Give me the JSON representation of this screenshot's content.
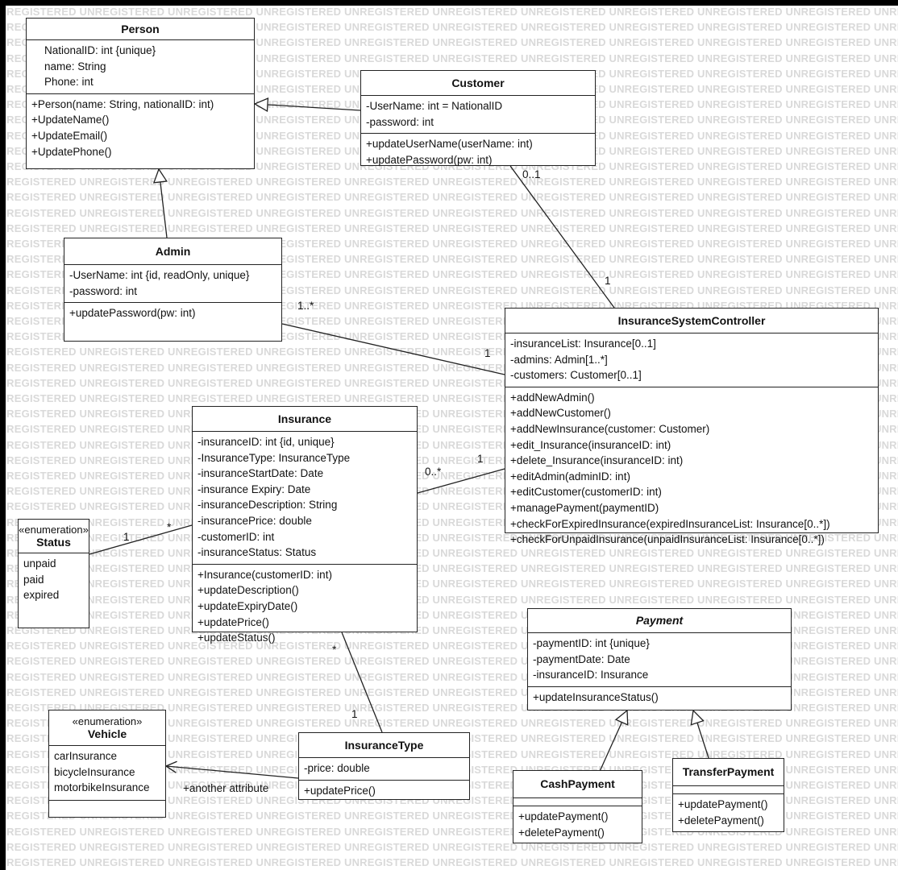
{
  "watermark": "UNREGISTERED",
  "classes": {
    "person": {
      "name": "Person",
      "attributes": [
        "NationalID: int {unique}",
        "name: String",
        "Phone: int"
      ],
      "operations": [
        "+Person(name: String, nationalID: int)",
        "+UpdateName()",
        "+UpdateEmail()",
        "+UpdatePhone()"
      ]
    },
    "customer": {
      "name": "Customer",
      "attributes": [
        "-UserName: int = NationalID",
        "-password: int"
      ],
      "operations": [
        "+updateUserName(userName: int)",
        "+updatePassword(pw: int)"
      ]
    },
    "admin": {
      "name": "Admin",
      "attributes": [
        "-UserName: int {id, readOnly, unique}",
        "-password: int"
      ],
      "operations": [
        "+updatePassword(pw: int)"
      ]
    },
    "controller": {
      "name": "InsuranceSystemController",
      "attributes": [
        "-insuranceList: Insurance[0..1]",
        "-admins: Admin[1..*]",
        "-customers: Customer[0..1]"
      ],
      "operations": [
        "+addNewAdmin()",
        "+addNewCustomer()",
        "+addNewInsurance(customer: Customer)",
        "+edit_Insurance(insuranceID: int)",
        "+delete_Insurance(insuranceID: int)",
        "+editAdmin(adminID: int)",
        "+editCustomer(customerID: int)",
        "+managePayment(paymentID)",
        "+checkForExpiredInsurance(expiredInsuranceList: Insurance[0..*])",
        "+checkForUnpaidInsurance(unpaidInsuranceList: Insurance[0..*])"
      ]
    },
    "insurance": {
      "name": "Insurance",
      "attributes": [
        "-insuranceID: int {id, unique}",
        "-InsuranceType: InsuranceType",
        "-insuranceStartDate: Date",
        "-insurance Expiry: Date",
        "-insuranceDescription: String",
        "-insurancePrice: double",
        "-customerID: int",
        "-insuranceStatus: Status"
      ],
      "operations": [
        "+Insurance(customerID: int)",
        "+updateDescription()",
        "+updateExpiryDate()",
        "+updatePrice()",
        "+updateStatus()"
      ]
    },
    "status": {
      "stereotype": "«enumeration»",
      "name": "Status",
      "literals": [
        "unpaid",
        "paid",
        "expired"
      ]
    },
    "payment": {
      "name": "Payment",
      "attributes": [
        "-paymentID: int {unique}",
        "-paymentDate: Date",
        "-insuranceID: Insurance"
      ],
      "operations": [
        "+updateInsuranceStatus()"
      ]
    },
    "vehicle": {
      "stereotype": "«enumeration»",
      "name": "Vehicle",
      "literals": [
        "carInsurance",
        "bicycleInsurance",
        "motorbikeInsurance"
      ]
    },
    "insurance_type": {
      "name": "InsuranceType",
      "attributes": [
        "-price: double"
      ],
      "operations": [
        "+updatePrice()"
      ]
    },
    "cash_payment": {
      "name": "CashPayment",
      "attributes": [],
      "operations": [
        "+updatePayment()",
        "+deletePayment()"
      ]
    },
    "transfer_payment": {
      "name": "TransferPayment",
      "attributes": [],
      "operations": [
        "+updatePayment()",
        "+deletePayment()"
      ]
    }
  },
  "multiplicities": {
    "customer_controller_customer_end": "0..1",
    "customer_controller_controller_end": "1",
    "admin_controller_admin_end": "1..*",
    "admin_controller_controller_end": "1",
    "insurance_controller_insurance_end": "0..*",
    "insurance_controller_controller_end": "1",
    "status_insurance_status_end": "1",
    "status_insurance_insurance_end": "*",
    "insurance_type_insurance_end": "*",
    "insurance_type_type_end": "1"
  },
  "edge_labels": {
    "vehicle_link": "+another attribute"
  }
}
